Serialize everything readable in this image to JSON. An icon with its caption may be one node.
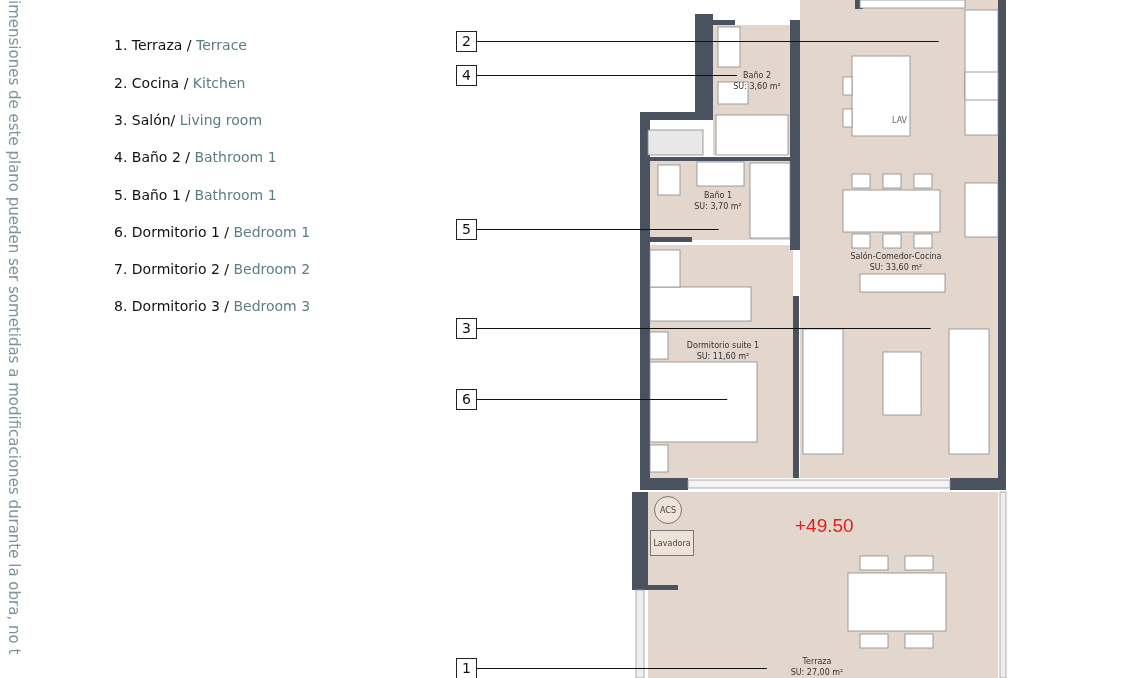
{
  "diagram": {
    "nodes": [
      {
        "text": [
          "2"
        ]
      },
      {
        "text": [
          "4"
        ]
      },
      {
        "text": [
          "5"
        ]
      },
      {
        "text": [
          "3"
        ]
      },
      {
        "text": [
          "6"
        ]
      },
      {
        "text": [
          "1"
        ]
      },
      {
        "text": [
          "Baño 2",
          "SU: 3,60 m²"
        ]
      },
      {
        "text": [
          "Baño 1",
          "SU: 3,70 m²"
        ]
      },
      {
        "text": [
          "Salón-Comedor-Cocina",
          "SU: 33,60 m²"
        ]
      },
      {
        "text": [
          "Dormitorio suite 1",
          "SU: 11,60 m²"
        ]
      },
      {
        "text": [
          "Terraza",
          "SU: 27,00 m²"
        ]
      },
      {
        "text": [
          "ACS"
        ],
        "in": 10
      },
      {
        "text": [
          "Lavadora"
        ],
        "in": 10
      }
    ],
    "edges": [
      {
        "from": 0,
        "to": 8,
        "arrow": "none"
      },
      {
        "from": 1,
        "to": 6,
        "arrow": "none"
      },
      {
        "from": 2,
        "to": 7,
        "arrow": "none"
      },
      {
        "from": 3,
        "to": 8,
        "arrow": "none"
      },
      {
        "from": 4,
        "to": 9,
        "arrow": "none"
      },
      {
        "from": 5,
        "to": 10,
        "arrow": "none"
      }
    ],
    "labels": [
      "imensiones de este plano pueden ser sometidas a modificaciones durante la obra, no t",
      "1. Terraza / Terrace",
      "2. Cocina / Kitchen",
      "3. Salón/ Living room",
      "4. Baño 2 / Bathroom 1",
      "5. Baño 1 / Bathroom 1",
      "6. Dormitorio 1 / Bedroom 1",
      "7. Dormitorio 2 / Bedroom 2",
      "8. Dormitorio 3 / Bedroom 3",
      "LAV",
      "+49.50"
    ]
  }
}
